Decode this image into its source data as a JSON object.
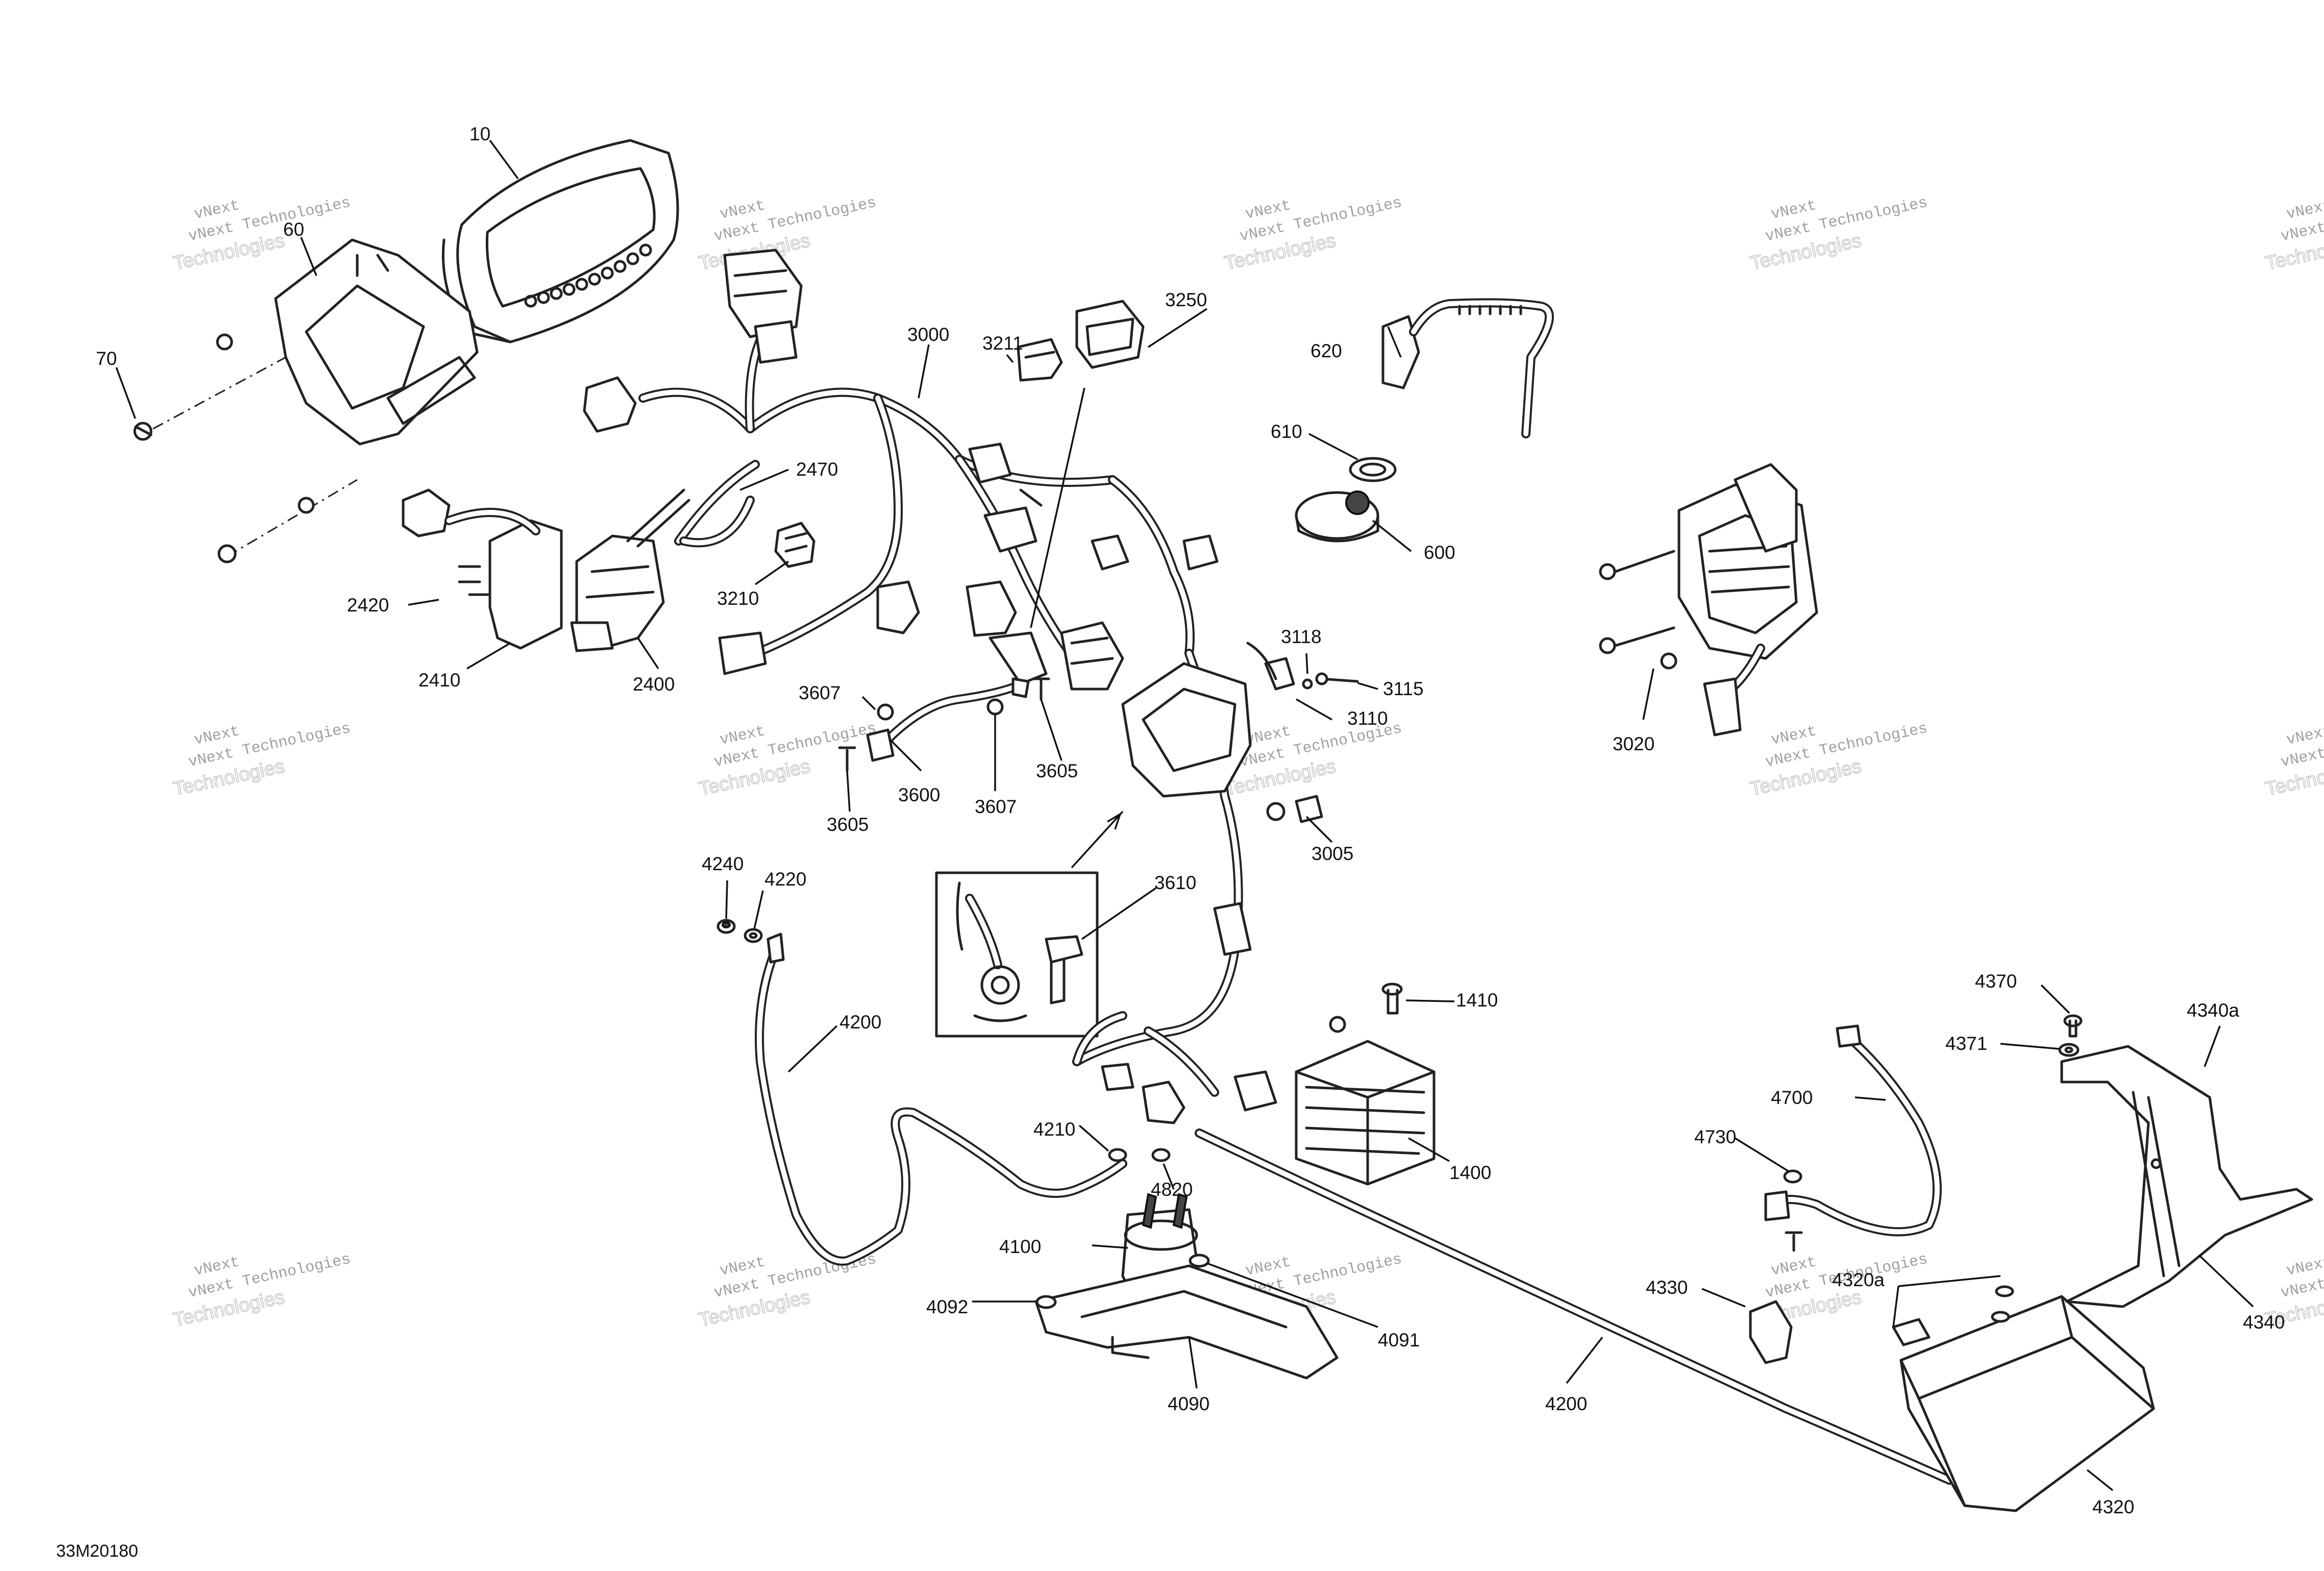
{
  "diagram": {
    "drawing_code": "33M20180",
    "watermark": {
      "line1": "vNext Technologies",
      "line2": "Technologies",
      "line_top": "vNext"
    },
    "callouts": [
      {
        "id": "c10",
        "label": "10"
      },
      {
        "id": "c60",
        "label": "60"
      },
      {
        "id": "c70",
        "label": "70"
      },
      {
        "id": "c3000",
        "label": "3000"
      },
      {
        "id": "c3211",
        "label": "3211"
      },
      {
        "id": "c3250",
        "label": "3250"
      },
      {
        "id": "c620",
        "label": "620"
      },
      {
        "id": "c610",
        "label": "610"
      },
      {
        "id": "c600",
        "label": "600"
      },
      {
        "id": "c2470",
        "label": "2470"
      },
      {
        "id": "c3210",
        "label": "3210"
      },
      {
        "id": "c2420",
        "label": "2420"
      },
      {
        "id": "c2410",
        "label": "2410"
      },
      {
        "id": "c2400",
        "label": "2400"
      },
      {
        "id": "c3118",
        "label": "3118"
      },
      {
        "id": "c3115",
        "label": "3115"
      },
      {
        "id": "c3110",
        "label": "3110"
      },
      {
        "id": "c3607a",
        "label": "3607"
      },
      {
        "id": "c3605a",
        "label": "3605"
      },
      {
        "id": "c3600",
        "label": "3600"
      },
      {
        "id": "c3607b",
        "label": "3607"
      },
      {
        "id": "c3605b",
        "label": "3605"
      },
      {
        "id": "c3005",
        "label": "3005"
      },
      {
        "id": "c3020",
        "label": "3020"
      },
      {
        "id": "c4240",
        "label": "4240"
      },
      {
        "id": "c4220",
        "label": "4220"
      },
      {
        "id": "c3610",
        "label": "3610"
      },
      {
        "id": "c4200a",
        "label": "4200"
      },
      {
        "id": "c1410",
        "label": "1410"
      },
      {
        "id": "c4370",
        "label": "4370"
      },
      {
        "id": "c4340a",
        "label": "4340a"
      },
      {
        "id": "c4371",
        "label": "4371"
      },
      {
        "id": "c4700",
        "label": "4700"
      },
      {
        "id": "c4210",
        "label": "4210"
      },
      {
        "id": "c4820",
        "label": "4820"
      },
      {
        "id": "c1400",
        "label": "1400"
      },
      {
        "id": "c4730",
        "label": "4730"
      },
      {
        "id": "c4100",
        "label": "4100"
      },
      {
        "id": "c4092",
        "label": "4092"
      },
      {
        "id": "c4091",
        "label": "4091"
      },
      {
        "id": "c4330",
        "label": "4330"
      },
      {
        "id": "c4320a",
        "label": "4320a"
      },
      {
        "id": "c4340",
        "label": "4340"
      },
      {
        "id": "c4090",
        "label": "4090"
      },
      {
        "id": "c4200b",
        "label": "4200"
      },
      {
        "id": "c4320",
        "label": "4320"
      }
    ]
  }
}
